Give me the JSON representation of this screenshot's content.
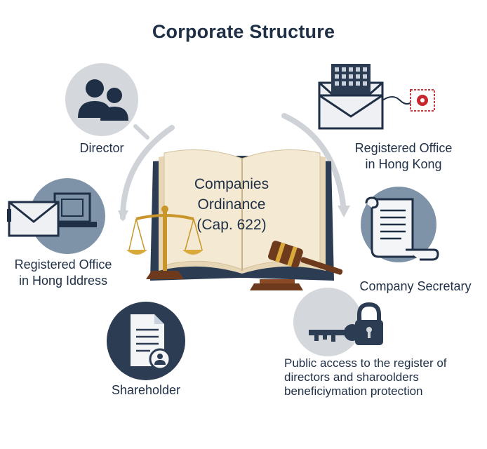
{
  "title": "Corporate Structure",
  "center": {
    "line1": "Companies",
    "line2": "Ordinance",
    "line3": "(Cap. 622)"
  },
  "nodes": {
    "director": "Director",
    "registered_office_hk": {
      "line1": "Registered Office",
      "line2": "in Hong Kong"
    },
    "registered_office_addr": {
      "line1": "Registered Office",
      "line2": "in Hong Iddress"
    },
    "company_secretary": "Company Secretary",
    "shareholder": "Shareholder",
    "public_access": {
      "line1": "Public access to the register of",
      "line2": "directors and sharoolders",
      "line3": "beneficiymation protection"
    }
  },
  "colors": {
    "navy": "#1f2f45",
    "circle_gray": "#d4d7dc",
    "circle_blue": "#7f93a8",
    "circle_dark": "#2b3c53",
    "book_page": "#f1e6cf",
    "gold": "#c8962a",
    "wood": "#6e3a1e"
  }
}
